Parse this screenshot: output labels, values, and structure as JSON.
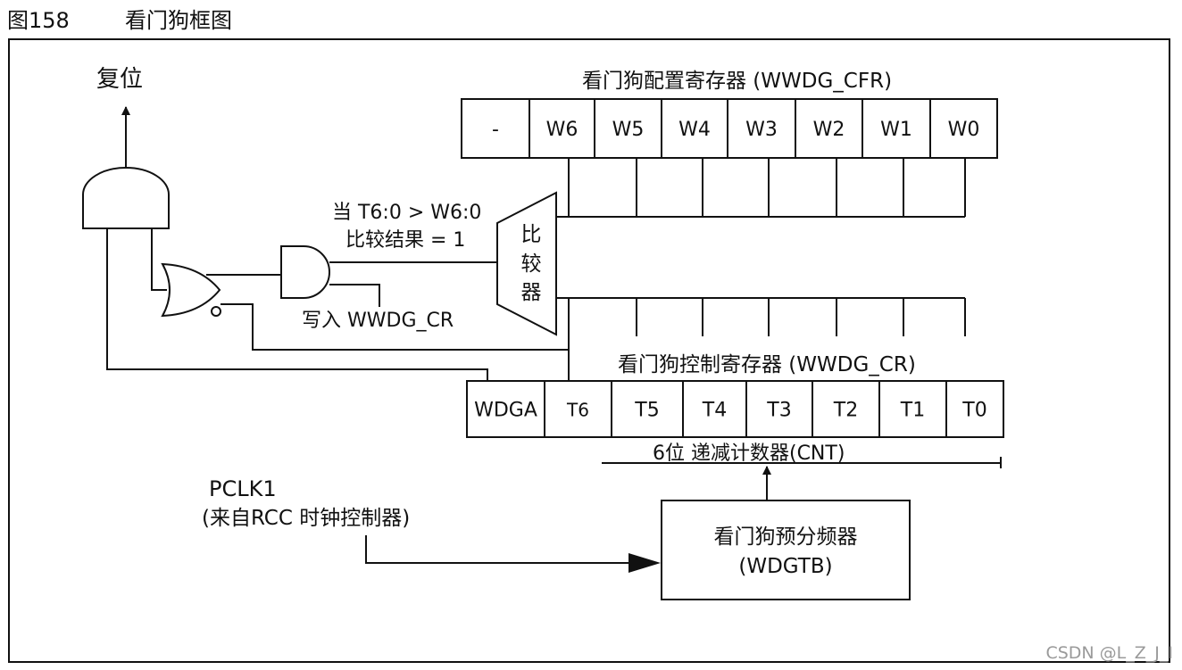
{
  "figure": {
    "number": "图158",
    "title": "看门狗框图"
  },
  "reset_label": "复位",
  "cfr": {
    "title": "看门狗配置寄存器 (WWDG_CFR)",
    "bits": [
      "-",
      "W6",
      "W5",
      "W4",
      "W3",
      "W2",
      "W1",
      "W0"
    ]
  },
  "cr": {
    "title": "看门狗控制寄存器 (WWDG_CR)",
    "bits": [
      "WDGA",
      "T6",
      "T5",
      "T4",
      "T3",
      "T2",
      "T1",
      "T0"
    ]
  },
  "comparator": {
    "chars": [
      "比",
      "较",
      "器"
    ]
  },
  "compare_note": {
    "line1": "当 T6:0 > W6:0",
    "line2": "比较结果 = 1"
  },
  "write_label": "写入 WWDG_CR",
  "counter_label": "6位 递减计数器(CNT)",
  "clock": {
    "name": "PCLK1",
    "source": "(来自RCC 时钟控制器)"
  },
  "prescaler": {
    "line1": "看门狗预分频器",
    "line2": "(WDGTB)"
  },
  "watermark": "CSDN @L_Z_J_I"
}
